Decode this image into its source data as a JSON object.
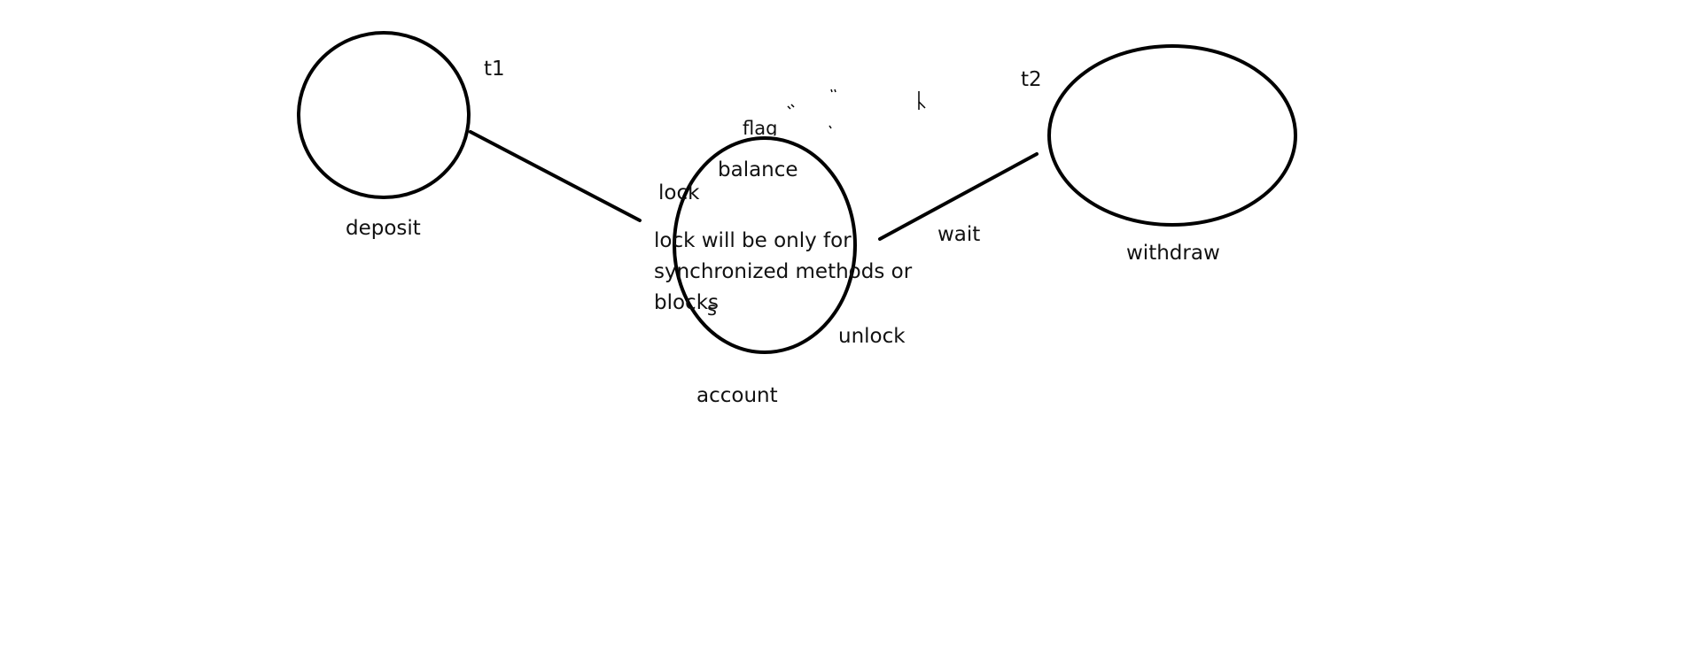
{
  "nodes": {
    "deposit": {
      "label": "deposit",
      "thread": "t1"
    },
    "account": {
      "label": "account",
      "field": "balance",
      "flag": "flag",
      "note_lines": [
        "lock will be only for",
        "synchronized methods or",
        "blocks"
      ],
      "note_suffix": "s"
    },
    "withdraw": {
      "label": "withdraw",
      "thread": "t2"
    }
  },
  "edges": {
    "deposit_to_account": {
      "label": "lock"
    },
    "account_to_withdraw": {
      "label": "wait"
    }
  },
  "account_unlock_label": "unlock",
  "colors": {
    "stroke": "#000000",
    "text": "#111111",
    "background": "#ffffff"
  }
}
